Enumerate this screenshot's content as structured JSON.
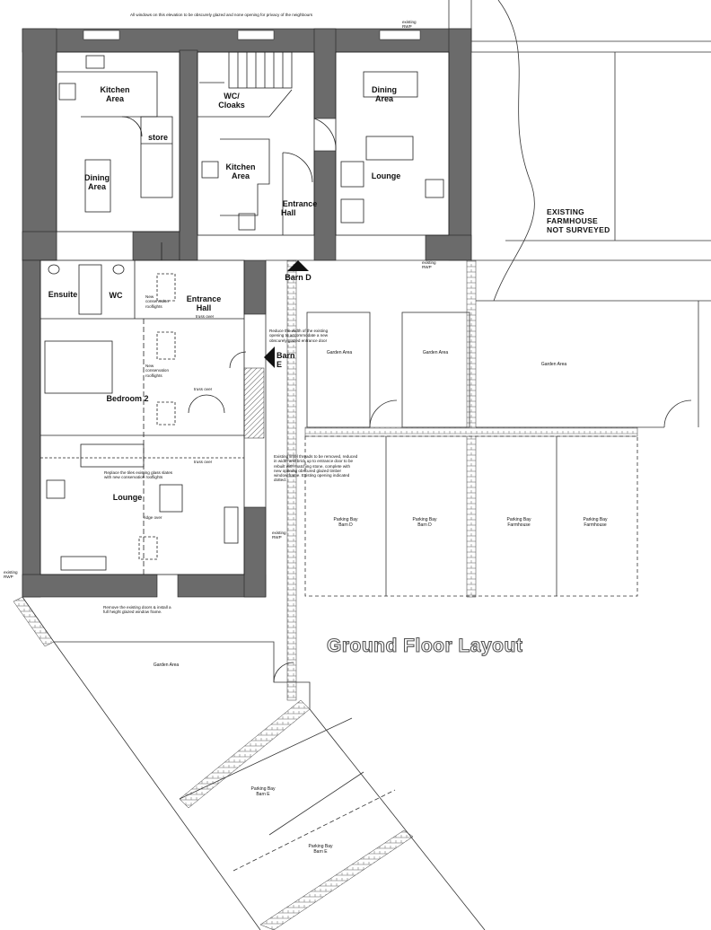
{
  "drawing": {
    "title": "Ground Floor Layout",
    "top_note": "All windows on this elevation to be obscurely glazed and none opening for privacy of the neighbours",
    "existing_rwp": "existing RWP",
    "farmhouse_note": [
      "EXISTING",
      "FARMHOUSE",
      "NOT SURVEYED"
    ]
  },
  "barn_d": {
    "label": "Barn D",
    "rooms": {
      "kitchen_left": [
        "Kitchen",
        "Area"
      ],
      "dining_left": [
        "Dining",
        "Area"
      ],
      "store": "store",
      "wc_cloaks": [
        "WC/",
        "Cloaks"
      ],
      "kitchen_mid": [
        "Kitchen",
        "Area"
      ],
      "entrance_hall": [
        "Entrance",
        "Hall"
      ],
      "dining_right": [
        "Dining",
        "Area"
      ],
      "lounge": "Lounge"
    }
  },
  "barn_e": {
    "label": [
      "Barn",
      "E"
    ],
    "rooms": {
      "ensuite": "Ensuite",
      "wc": "WC",
      "entrance_hall": [
        "Entrance",
        "Hall"
      ],
      "bedroom": "Bedroom 2",
      "lounge": "Lounge"
    },
    "notes": {
      "new_rooflights_1": [
        "New",
        "conservation",
        "rooflights"
      ],
      "new_rooflights_2": [
        "New",
        "conservation",
        "rooflights"
      ],
      "truss_over": "truss over",
      "ridge_over": "ridge over",
      "replace_tiles": [
        "Replace the tiles existing glass slates",
        "with new conservation rooflights"
      ],
      "reduce_opening": [
        "Reduce the width of the existing",
        "opening to accommodate a new",
        "obscurely glazed entrance door"
      ],
      "lintel_note": [
        "Existing lintel threads to be removed, reduced",
        "in width and brick up to entrance door to be",
        "rebuilt with matching stone, complete with",
        "new opening obscured glazed timber",
        "window frame. Existing opening indicated",
        "dotted."
      ],
      "remove_doors": [
        "Remove the existing doors & install a",
        "full height glazed window frame."
      ]
    }
  },
  "external": {
    "garden_area": "Garden Area",
    "parking": [
      [
        "Parking Bay",
        "Barn D"
      ],
      [
        "Parking Bay",
        "Barn D"
      ],
      [
        "Parking Bay",
        "Farmhouse"
      ],
      [
        "Parking Bay",
        "Farmhouse"
      ]
    ],
    "parking_e": [
      [
        "Parking Bay",
        "Barn E"
      ],
      [
        "Parking Bay",
        "Barn E"
      ]
    ]
  }
}
